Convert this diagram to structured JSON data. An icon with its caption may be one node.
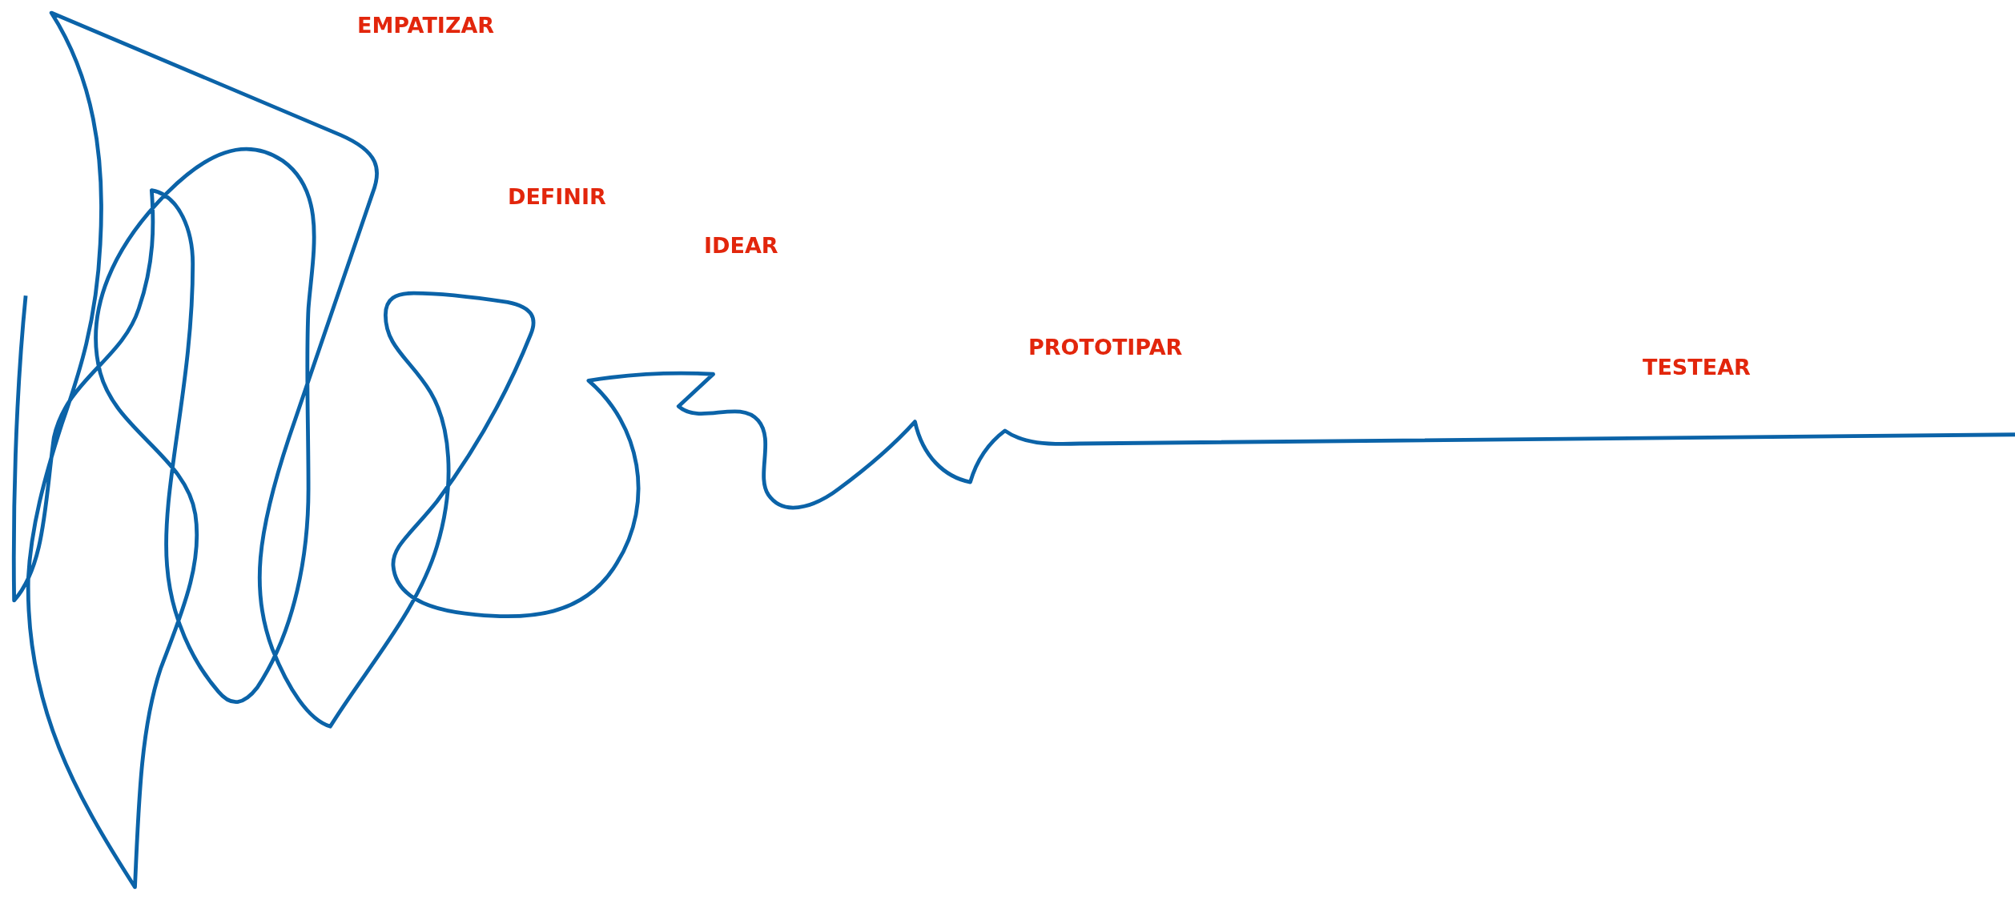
{
  "diagram": {
    "labels": [
      "EMPATIZAR",
      "DEFINIR",
      "IDEAR",
      "PROTOTIPAR",
      "TESTEAR"
    ]
  }
}
